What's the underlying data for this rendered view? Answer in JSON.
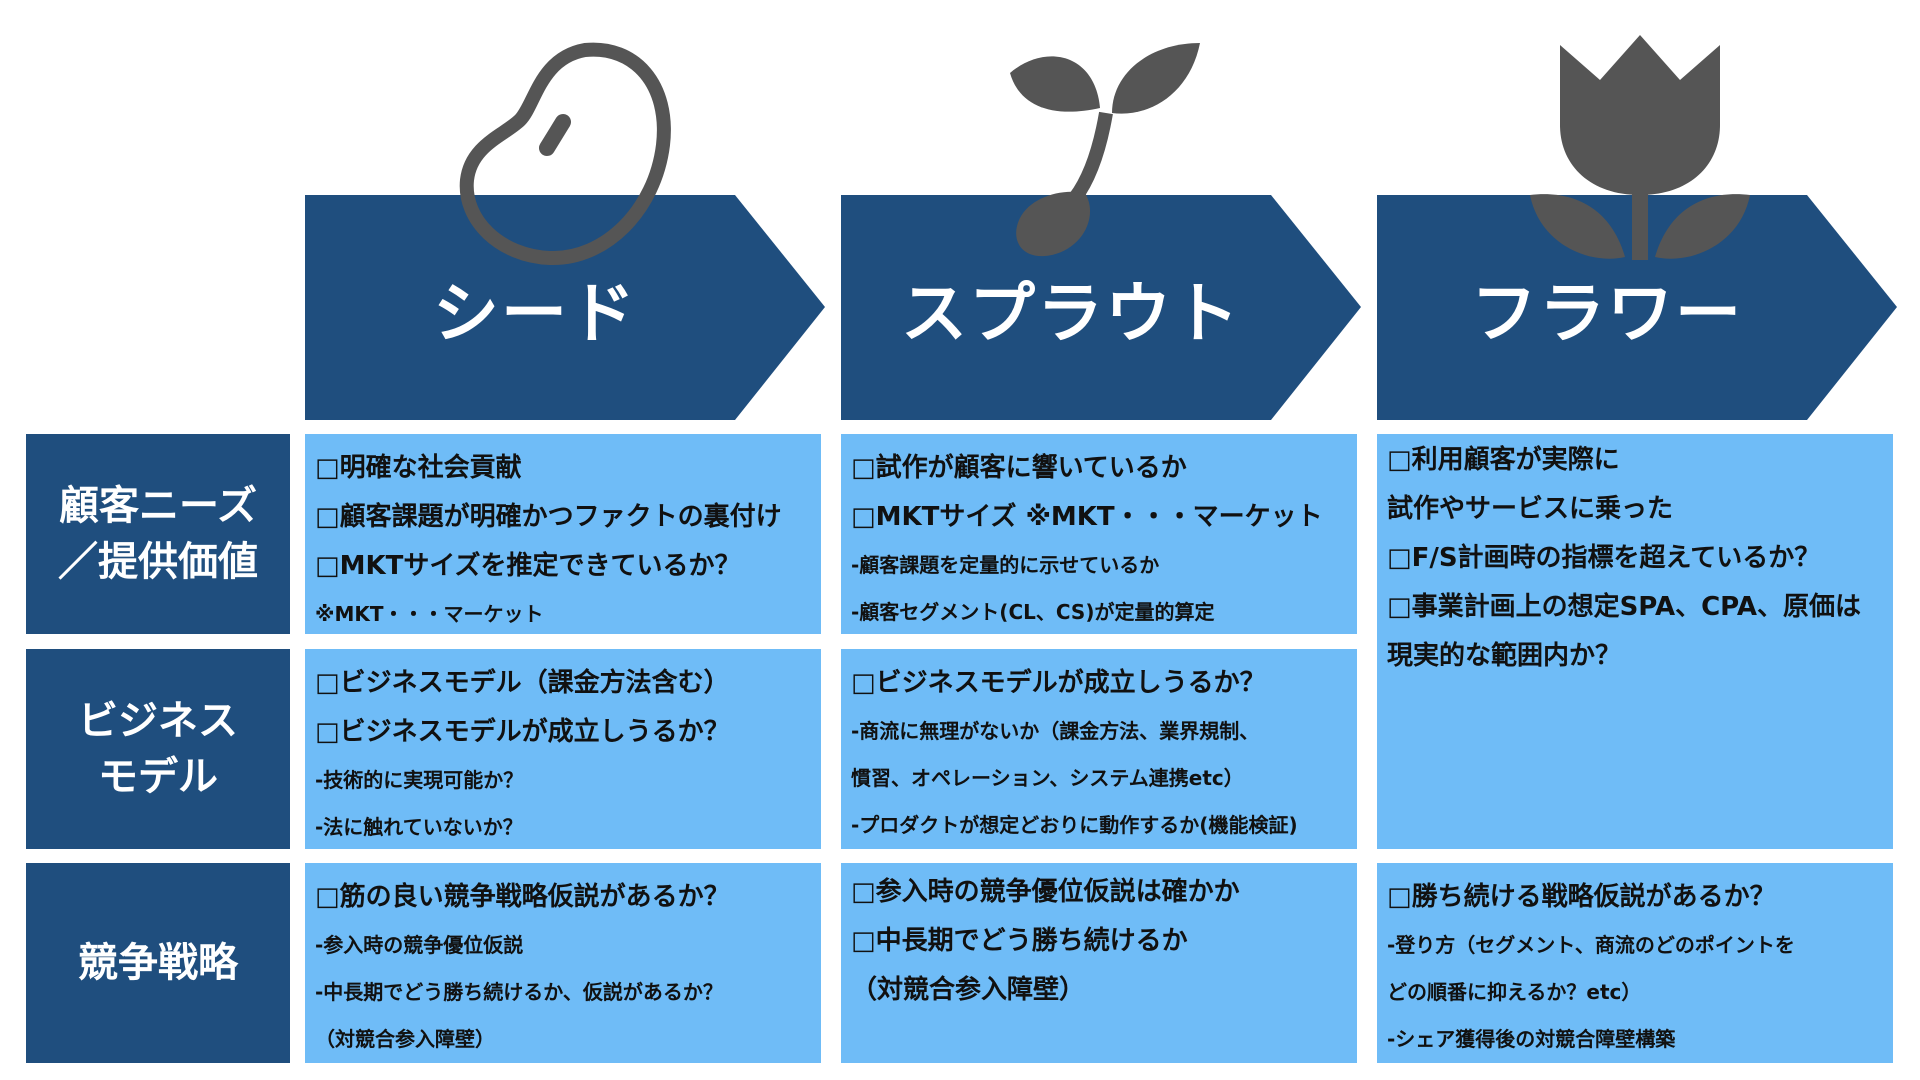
{
  "stages": [
    {
      "title": "シード",
      "icon": "seed-icon"
    },
    {
      "title": "スプラウト",
      "icon": "sprout-icon"
    },
    {
      "title": "フラワー",
      "icon": "flower-icon"
    }
  ],
  "rows": [
    {
      "label_line1": "顧客ニーズ",
      "label_line2": "／提供価値"
    },
    {
      "label_line1": "ビジネス",
      "label_line2": "モデル"
    },
    {
      "label_line1": "競争戦略",
      "label_line2": ""
    }
  ],
  "cells": {
    "seed_needs": [
      "□明確な社会貢献",
      "□顧客課題が明確かつファクトの裏付け",
      "□MKTサイズを推定できているか？",
      "※MKT・・・マーケット"
    ],
    "sprout_needs": [
      "□試作が顧客に響いているか",
      "□MKTサイズ ※MKT・・・マーケット",
      "-顧客課題を定量的に示せているか",
      "-顧客セグメント(CL、CS)が定量的算定"
    ],
    "flower_needs_biz": [
      "□利用顧客が実際に",
      "試作やサービスに乗った",
      "□F/S計画時の指標を超えているか？",
      "□事業計画上の想定SPA、CPA、原価は",
      "現実的な範囲内か？"
    ],
    "seed_biz": [
      "□ビジネスモデル（課金方法含む）",
      "□ビジネスモデルが成立しうるか？",
      "-技術的に実現可能か？",
      "-法に触れていないか？"
    ],
    "sprout_biz": [
      "□ビジネスモデルが成立しうるか？",
      "-商流に無理がないか（課金方法、業界規制、",
      "慣習、オペレーション、システム連携etc）",
      "-プロダクトが想定どおりに動作するか(機能検証)"
    ],
    "seed_comp": [
      "□筋の良い競争戦略仮説があるか？",
      "-参入時の競争優位仮説",
      "-中長期でどう勝ち続けるか、仮説があるか？",
      "（対競合参入障壁）"
    ],
    "sprout_comp": [
      "□参入時の競争優位仮説は確かか",
      "□中長期でどう勝ち続けるか",
      "（対競合参入障壁）"
    ],
    "flower_comp": [
      "□勝ち続ける戦略仮説があるか？",
      "-登り方（セグメント、商流のどのポイントを",
      "どの順番に抑えるか？etc）",
      "-シェア獲得後の対競合障壁構築"
    ]
  },
  "colors": {
    "dark_blue": "#1f4e7e",
    "light_blue": "#6fbcf7",
    "icon_gray": "#555555"
  }
}
